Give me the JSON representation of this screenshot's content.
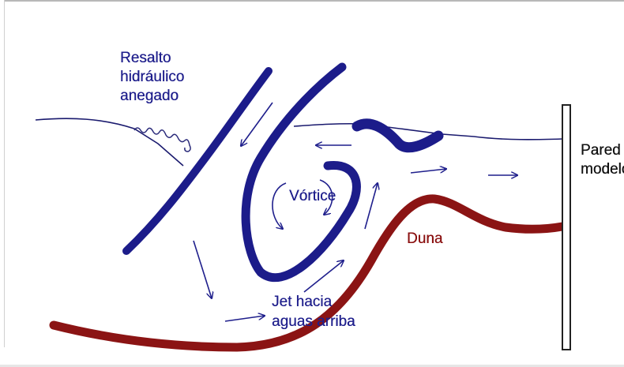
{
  "labels": {
    "resalto_line1": "Resalto",
    "resalto_line2": "hidráulico",
    "resalto_line3": "anegado",
    "vortice": "Vórtice",
    "jet_line1": "Jet hacia",
    "jet_line2": "aguas arriba",
    "duna": "Duna",
    "pared_line1": "Pared",
    "pared_line2": "modelo"
  },
  "colors": {
    "vortex_blue": "#1c1c8a",
    "dune_red": "#8b1414",
    "arrow_blue": "#1f1f8c",
    "wall": "#222222"
  }
}
